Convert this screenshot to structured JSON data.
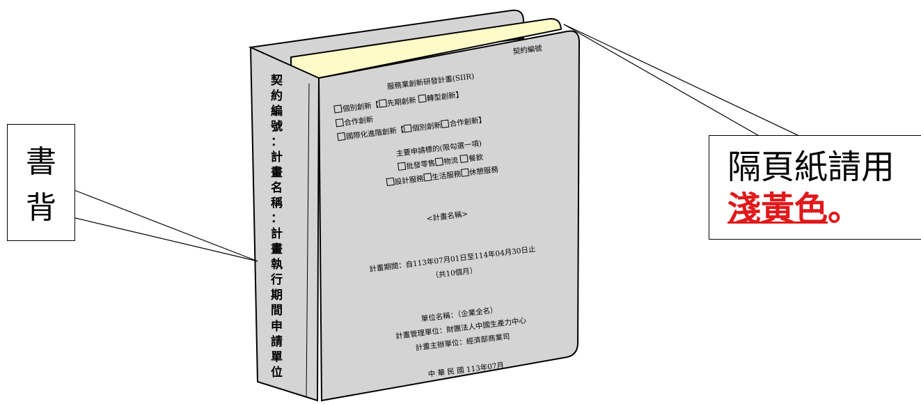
{
  "spine": {
    "label_chars": [
      "書",
      "背"
    ],
    "column1": [
      "契",
      "約",
      "編",
      "號",
      "：",
      "計",
      "畫",
      "名",
      "稱",
      "：",
      "計",
      "畫",
      "執",
      "行",
      "期",
      "間"
    ],
    "column2": [
      "申",
      "請",
      "單",
      "位"
    ]
  },
  "cover": {
    "contract_no": "契約編號",
    "program": "服務業創新研發計畫(SIIR)",
    "opt1": "個別創新【",
    "opt1b": "先期創新",
    "opt1c": "轉型創新】",
    "opt2": "合作創新",
    "opt3": "國際化進階創新【",
    "opt3b": "個別創新",
    "opt3c": "合作創新】",
    "target_title": "主要申請標的(限勾選一項)",
    "t1": "批發零售",
    "t2": "物流",
    "t3": "餐飲",
    "t4": "設計服務",
    "t5": "生活服務",
    "t6": "休憩服務",
    "plan_name": "<計畫名稱>",
    "period": "計畫期間：自113年07月01日至114年04月30日止",
    "months": "（共10個月）",
    "unit": "單位名稱：（企業全名）",
    "mgmt": "計畫管理單位：財團法人中國生產力中心",
    "host": "計畫主辦單位：經濟部商業司",
    "date": "中 華 民 國 113年07月"
  },
  "note": {
    "line1": "隔頁紙請用",
    "highlight": "淺黃色",
    "suffix": "。",
    "highlight_color": "#e0181a"
  },
  "colors": {
    "binder": "#d4d4d4",
    "pages": "#fffbc8",
    "outline": "#000000"
  }
}
